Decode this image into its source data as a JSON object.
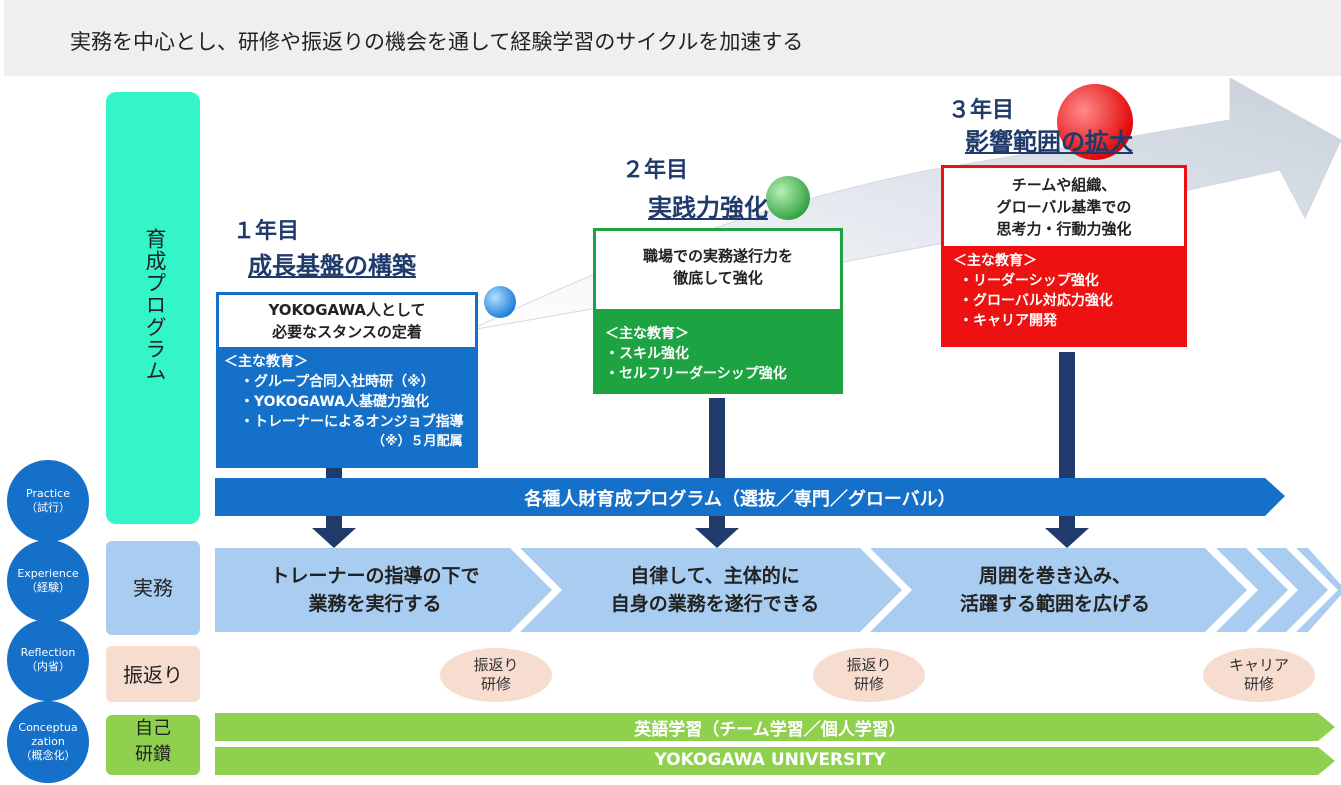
{
  "header": {
    "title": "実務を中心とし、研修や振返りの機会を通して経験学習のサイクルを加速する"
  },
  "sidebar": {
    "program": "育成プログラム",
    "practice_work": "実務",
    "reflection_row": "振返り",
    "self_study": [
      "自己",
      "研鑽"
    ]
  },
  "cycle": [
    {
      "en": "Practice",
      "jp": "（試行）"
    },
    {
      "en": "Experience",
      "jp": "（経験）"
    },
    {
      "en": "Reflection",
      "jp": "（内省）"
    },
    {
      "en": "Conceptua zation",
      "jp": "（概念化）"
    }
  ],
  "years": [
    {
      "number": "１年目",
      "title": "成長基盤の構築",
      "box_title": [
        "YOKOGAWA人として",
        "必要なスタンスの定着"
      ],
      "education_header": "＜主な教育＞",
      "items": [
        "・グループ合同入社時研（※）",
        "・YOKOGAWA人基礎力強化",
        "・トレーナーによるオンジョブ指導"
      ],
      "note": "（※）５月配属"
    },
    {
      "number": "２年目",
      "title": "実践力強化",
      "box_title": [
        "職場での実務遂行力を",
        "徹底して強化"
      ],
      "education_header": "＜主な教育＞",
      "items": [
        "・スキル強化",
        "・セルフリーダーシップ強化"
      ]
    },
    {
      "number": "３年目",
      "title": "影響範囲の拡大",
      "box_title": [
        "チームや組織、",
        "グローバル基準での",
        "思考力・行動力強化"
      ],
      "education_header": "＜主な教育＞",
      "items": [
        "・リーダーシップ強化",
        "・グローバル対応力強化",
        "・キャリア開発"
      ]
    }
  ],
  "programs_band": "各種人財育成プログラム（選抜／専門／グローバル）",
  "work_stages": [
    [
      "トレーナーの指導の下で",
      "業務を実行する"
    ],
    [
      "自律して、主体的に",
      "自身の業務を遂行できる"
    ],
    [
      "周囲を巻き込み、",
      "活躍する範囲を広げる"
    ]
  ],
  "reflection_trainings": [
    [
      "振返り",
      "研修"
    ],
    [
      "振返り",
      "研修"
    ],
    [
      "キャリア",
      "研修"
    ]
  ],
  "self_study_bands": [
    "英語学習（チーム学習／個人学習）",
    "YOKOGAWA UNIVERSITY"
  ],
  "colors": {
    "year1": "#1570c9",
    "year2": "#1ea343",
    "year3": "#ee1111",
    "navy": "#1f3a6b",
    "teal": "#33f5c8",
    "green": "#8fd14f"
  }
}
